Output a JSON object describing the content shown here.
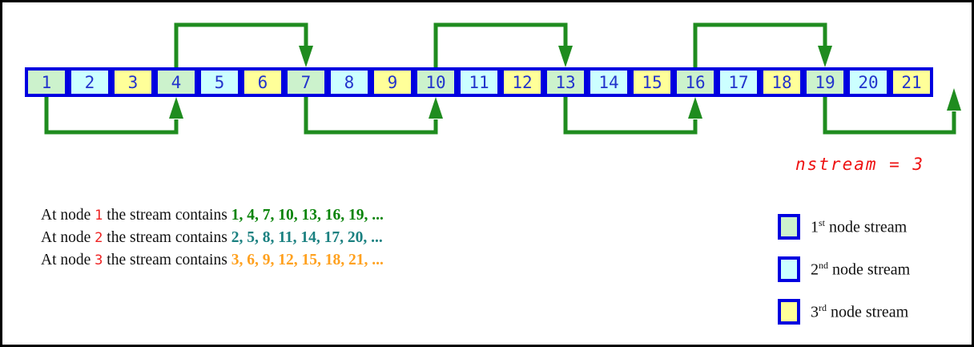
{
  "diagram": {
    "nodes": [
      {
        "label": "1",
        "stream": 1
      },
      {
        "label": "2",
        "stream": 2
      },
      {
        "label": "3",
        "stream": 3
      },
      {
        "label": "4",
        "stream": 1
      },
      {
        "label": "5",
        "stream": 2
      },
      {
        "label": "6",
        "stream": 3
      },
      {
        "label": "7",
        "stream": 1
      },
      {
        "label": "8",
        "stream": 2
      },
      {
        "label": "9",
        "stream": 3
      },
      {
        "label": "10",
        "stream": 1
      },
      {
        "label": "11",
        "stream": 2
      },
      {
        "label": "12",
        "stream": 3
      },
      {
        "label": "13",
        "stream": 1
      },
      {
        "label": "14",
        "stream": 2
      },
      {
        "label": "15",
        "stream": 3
      },
      {
        "label": "16",
        "stream": 1
      },
      {
        "label": "17",
        "stream": 2
      },
      {
        "label": "18",
        "stream": 3
      },
      {
        "label": "19",
        "stream": 1
      },
      {
        "label": "20",
        "stream": 2
      },
      {
        "label": "21",
        "stream": 3
      }
    ],
    "stream_colors": [
      "#ccf2cc",
      "#ccffff",
      "#ffff99"
    ],
    "box_border_color": "#0000e0",
    "box_number_color": "#2233cc",
    "arrow_color": "#1f8c1f",
    "arcs": [
      {
        "from": 1,
        "to": 4,
        "side": "bottom"
      },
      {
        "from": 4,
        "to": 7,
        "side": "top"
      },
      {
        "from": 7,
        "to": 10,
        "side": "bottom"
      },
      {
        "from": 10,
        "to": 13,
        "side": "top"
      },
      {
        "from": 13,
        "to": 16,
        "side": "bottom"
      },
      {
        "from": 16,
        "to": 19,
        "side": "top"
      },
      {
        "from": 19,
        "to": "exit",
        "side": "bottom"
      }
    ]
  },
  "annotation": {
    "nstream_label": "nstream = 3",
    "color": "#ee1111"
  },
  "statements": [
    {
      "prefix": "At node",
      "node": "1",
      "middle": "the stream contains",
      "values": "1, 4, 7, 10, 13, 16, 19, ...",
      "values_color": "#0a840a"
    },
    {
      "prefix": "At node",
      "node": "2",
      "middle": "the stream contains",
      "values": "2, 5, 8, 11, 14, 17, 20, ...",
      "values_color": "#1a8080"
    },
    {
      "prefix": "At node",
      "node": "3",
      "middle": "the stream contains",
      "values": "3, 6, 9, 12, 15, 18, 21, ...",
      "values_color": "#ffa11f"
    }
  ],
  "legend": {
    "items": [
      {
        "number": "1",
        "ordinal": "st",
        "text": "node stream",
        "color": "#ccf2cc"
      },
      {
        "number": "2",
        "ordinal": "nd",
        "text": "node stream",
        "color": "#ccffff"
      },
      {
        "number": "3",
        "ordinal": "rd",
        "text": "node stream",
        "color": "#ffff99"
      }
    ]
  }
}
